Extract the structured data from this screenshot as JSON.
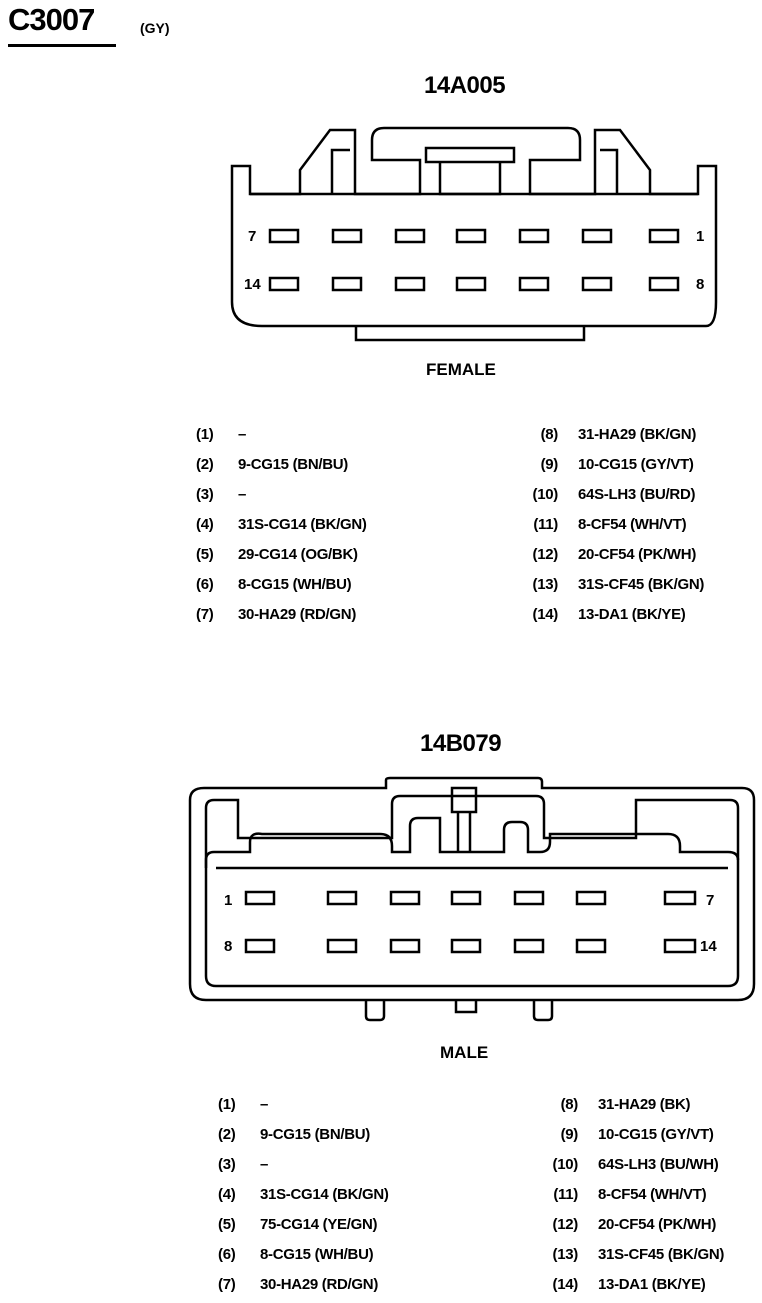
{
  "connector": {
    "id": "C3007",
    "color_code": "(GY)"
  },
  "female": {
    "part_number": "14A005",
    "gender_label": "FEMALE",
    "face_pin_labels": {
      "top_left": "7",
      "top_right": "1",
      "bottom_left": "14",
      "bottom_right": "8"
    },
    "pins": [
      {
        "num": "(1)",
        "circuit": "–"
      },
      {
        "num": "(2)",
        "circuit": "9-CG15 (BN/BU)"
      },
      {
        "num": "(3)",
        "circuit": "–"
      },
      {
        "num": "(4)",
        "circuit": "31S-CG14 (BK/GN)"
      },
      {
        "num": "(5)",
        "circuit": "29-CG14 (OG/BK)"
      },
      {
        "num": "(6)",
        "circuit": "8-CG15 (WH/BU)"
      },
      {
        "num": "(7)",
        "circuit": "30-HA29 (RD/GN)"
      },
      {
        "num": "(8)",
        "circuit": "31-HA29 (BK/GN)"
      },
      {
        "num": "(9)",
        "circuit": "10-CG15 (GY/VT)"
      },
      {
        "num": "(10)",
        "circuit": "64S-LH3 (BU/RD)"
      },
      {
        "num": "(11)",
        "circuit": "8-CF54 (WH/VT)"
      },
      {
        "num": "(12)",
        "circuit": "20-CF54 (PK/WH)"
      },
      {
        "num": "(13)",
        "circuit": "31S-CF45 (BK/GN)"
      },
      {
        "num": "(14)",
        "circuit": "13-DA1 (BK/YE)"
      }
    ]
  },
  "male": {
    "part_number": "14B079",
    "gender_label": "MALE",
    "face_pin_labels": {
      "top_left": "1",
      "top_right": "7",
      "bottom_left": "8",
      "bottom_right": "14"
    },
    "pins": [
      {
        "num": "(1)",
        "circuit": "–"
      },
      {
        "num": "(2)",
        "circuit": "9-CG15 (BN/BU)"
      },
      {
        "num": "(3)",
        "circuit": "–"
      },
      {
        "num": "(4)",
        "circuit": "31S-CG14 (BK/GN)"
      },
      {
        "num": "(5)",
        "circuit": "75-CG14 (YE/GN)"
      },
      {
        "num": "(6)",
        "circuit": "8-CG15 (WH/BU)"
      },
      {
        "num": "(7)",
        "circuit": "30-HA29 (RD/GN)"
      },
      {
        "num": "(8)",
        "circuit": "31-HA29 (BK)"
      },
      {
        "num": "(9)",
        "circuit": "10-CG15 (GY/VT)"
      },
      {
        "num": "(10)",
        "circuit": "64S-LH3 (BU/WH)"
      },
      {
        "num": "(11)",
        "circuit": "8-CF54 (WH/VT)"
      },
      {
        "num": "(12)",
        "circuit": "20-CF54 (PK/WH)"
      },
      {
        "num": "(13)",
        "circuit": "31S-CF45 (BK/GN)"
      },
      {
        "num": "(14)",
        "circuit": "13-DA1 (BK/YE)"
      }
    ]
  }
}
